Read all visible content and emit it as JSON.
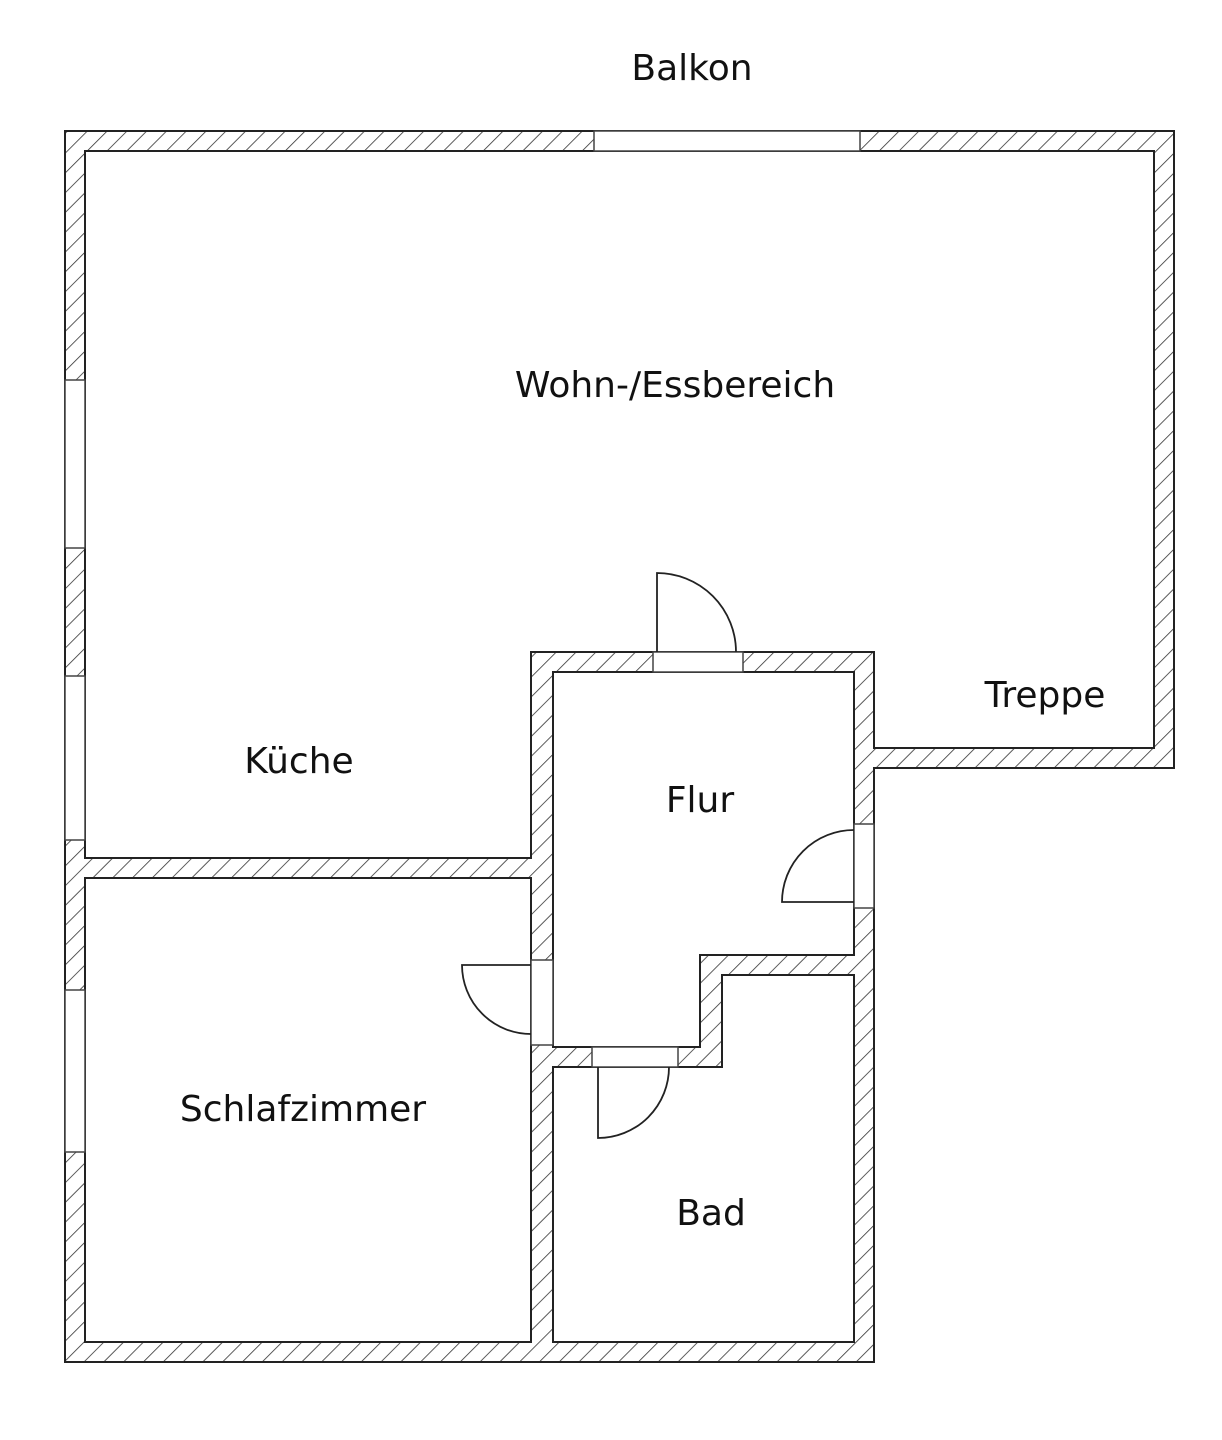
{
  "plan": {
    "wall_color": "#222222",
    "hatch_color": "#333333",
    "rooms": {
      "balkon": "Balkon",
      "wohn": "Wohn-/Essbereich",
      "treppe": "Treppe",
      "kueche": "Küche",
      "flur": "Flur",
      "schlafzimmer": "Schlafzimmer",
      "bad": "Bad"
    }
  }
}
